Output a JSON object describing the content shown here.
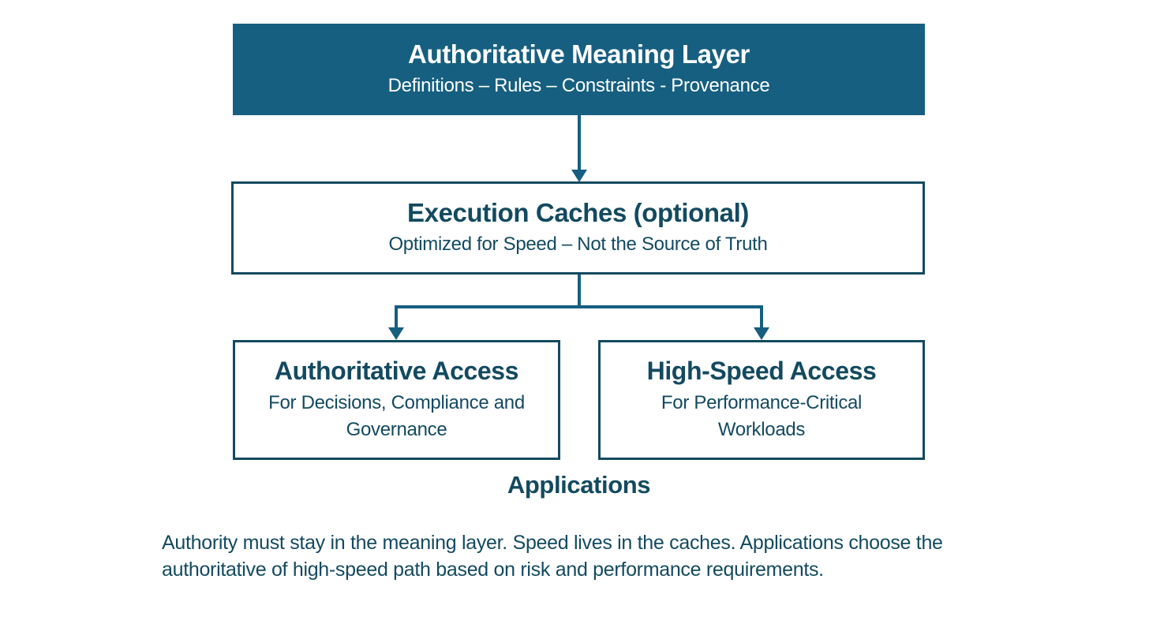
{
  "colors": {
    "accent": "#165F80",
    "dark": "#134A60",
    "text_on_accent": "#FFFFFF",
    "background": "#FFFFFF"
  },
  "diagram": {
    "meaning_layer": {
      "title": "Authoritative Meaning Layer",
      "subtitle": "Definitions – Rules – Constraints - Provenance"
    },
    "execution_caches": {
      "title": "Execution Caches (optional)",
      "subtitle": "Optimized for Speed – Not the Source of Truth"
    },
    "authoritative_access": {
      "title": "Authoritative Access",
      "subtitle": "For Decisions, Compliance and Governance"
    },
    "high_speed_access": {
      "title": "High-Speed Access",
      "subtitle": "For Performance-Critical Workloads"
    },
    "applications_label": "Applications"
  },
  "caption": "Authority must stay in the meaning layer. Speed lives in the caches. Applications choose the authoritative of high-speed path based on risk and performance requirements."
}
